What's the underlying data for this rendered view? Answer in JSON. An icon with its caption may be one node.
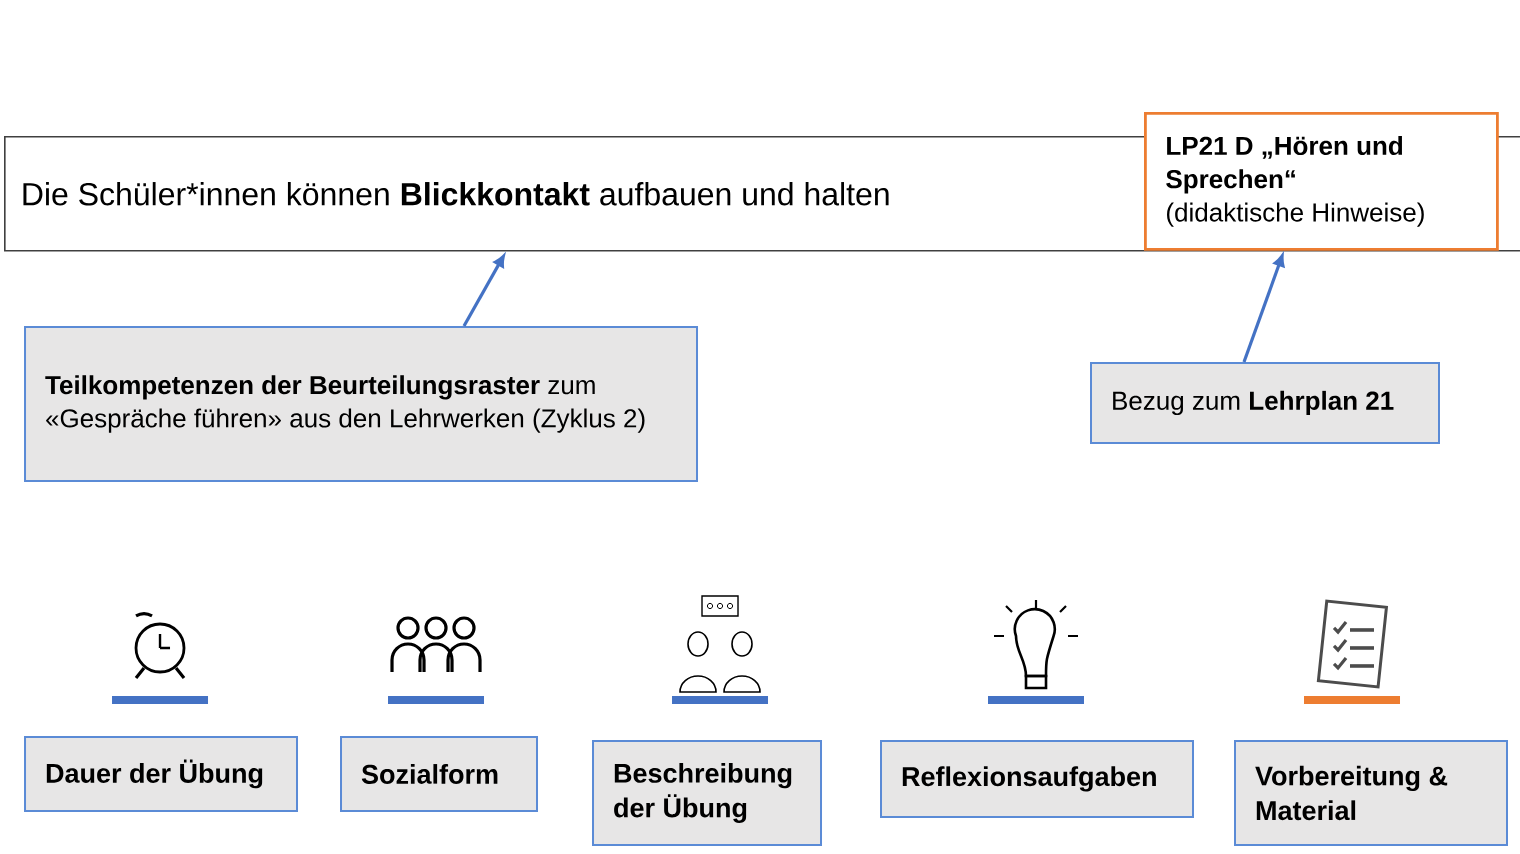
{
  "diagram": {
    "nodes": [
      {
        "text": [
          "Die Schüler*innen können **Blickkontakt** aufbauen und halten"
        ]
      },
      {
        "text": [
          "LP21 D „Hören und Sprechen“",
          "(didaktische Hinweise)"
        ]
      },
      {
        "text": [
          "**Teilkompetenzen der Beurteilungsraster** zum «Gespräche führen» aus den Lehrwerken (Zyklus 2)"
        ]
      },
      {
        "text": [
          "Bezug zum **Lehrplan 21**"
        ]
      },
      {
        "text": [
          "Dauer der Übung"
        ]
      },
      {
        "text": [
          "Sozialform"
        ]
      },
      {
        "text": [
          "Beschreibung der Übung"
        ]
      },
      {
        "text": [
          "Reflexionsaufgaben"
        ]
      },
      {
        "text": [
          "Vorbereitung & Material"
        ]
      }
    ],
    "edges": [
      {
        "from": 2,
        "to": 0,
        "arrow": "to"
      },
      {
        "from": 3,
        "to": 1,
        "arrow": "to"
      }
    ]
  }
}
